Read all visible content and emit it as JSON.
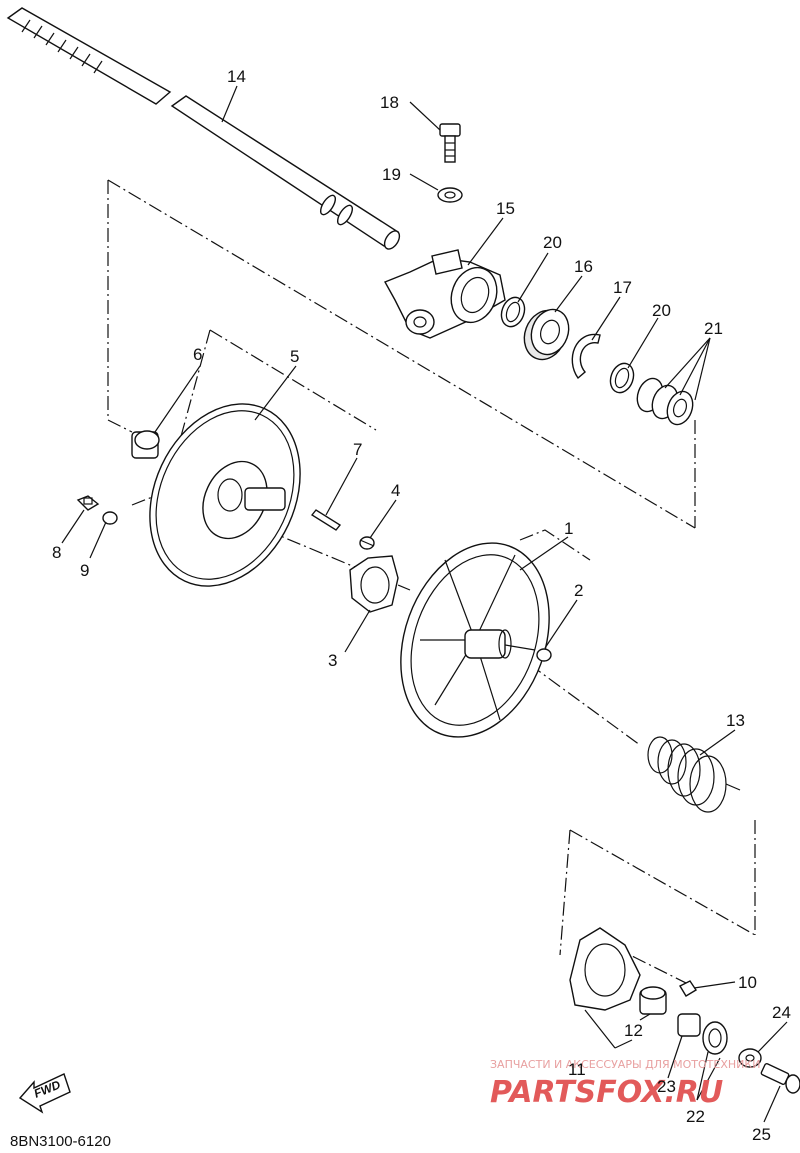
{
  "diagram_code": "8BN3100-6120",
  "labels": {
    "p1": "1",
    "p2": "2",
    "p3": "3",
    "p4": "4",
    "p5": "5",
    "p6": "6",
    "p7": "7",
    "p8": "8",
    "p9": "9",
    "p10": "10",
    "p11": "11",
    "p12": "12",
    "p13": "13",
    "p14": "14",
    "p15": "15",
    "p16": "16",
    "p17": "17",
    "p18": "18",
    "p19": "19",
    "p20a": "20",
    "p20b": "20",
    "p21": "21",
    "p22": "22",
    "p23": "23",
    "p24": "24",
    "p25": "25"
  },
  "fwd_label": "FWD",
  "watermark": {
    "top": "ЗАПЧАСТИ И АКСЕССУАРЫ ДЛЯ МОТОТЕХНИКИ",
    "logo": "PARTSFOX.RU"
  }
}
